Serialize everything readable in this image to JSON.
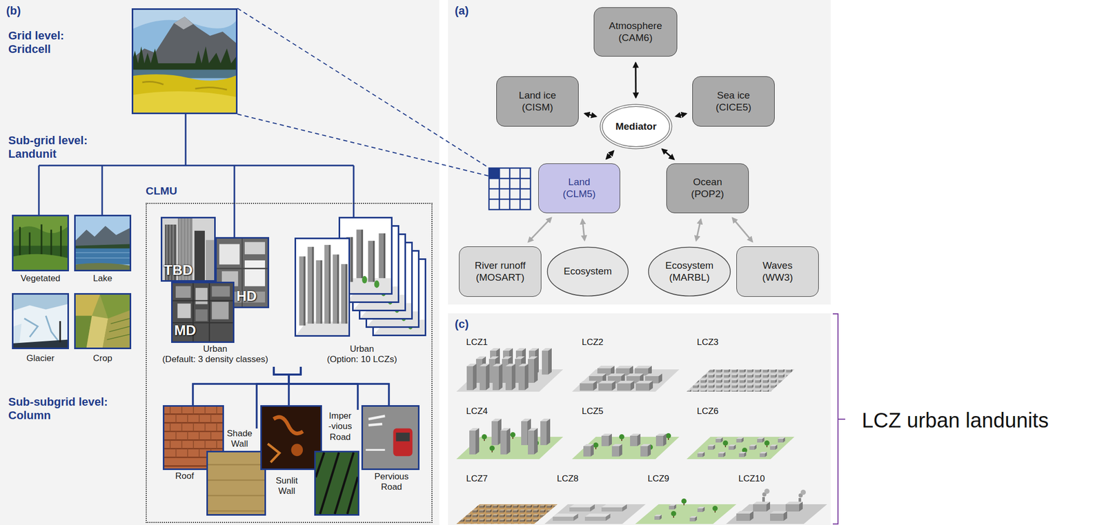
{
  "diagram": {
    "nodes": [
      {
        "text": [
          "Vegetated"
        ]
      },
      {
        "text": [
          "Lake"
        ]
      },
      {
        "text": [
          "Glacier"
        ]
      },
      {
        "text": [
          "Crop"
        ]
      },
      {
        "text": [
          "CLMU"
        ]
      },
      {
        "text": [
          "TBD",
          "HD",
          "MD",
          "Urban (Default: 3 density classes)"
        ],
        "in": 4
      },
      {
        "text": [
          "Urban (Option: 10 LCZs)"
        ],
        "in": 4
      },
      {
        "text": [
          "Roof"
        ],
        "in": 4
      },
      {
        "text": [
          "Shade Wall"
        ],
        "in": 4
      },
      {
        "text": [
          "Sunlit Wall"
        ],
        "in": 4
      },
      {
        "text": [
          "Imper -vious Road"
        ],
        "in": 4
      },
      {
        "text": [
          "Pervious Road"
        ],
        "in": 4
      },
      {
        "text": [
          "Atmosphere (CAM6)"
        ]
      },
      {
        "text": [
          "Land ice (CISM)"
        ]
      },
      {
        "text": [
          "Mediator"
        ]
      },
      {
        "text": [
          "Sea ice (CICE5)"
        ]
      },
      {
        "text": [
          "Land (CLM5)"
        ]
      },
      {
        "text": [
          "Ocean (POP2)"
        ]
      },
      {
        "text": [
          "River runoff (MOSART)"
        ]
      },
      {
        "text": [
          "Ecosystem"
        ]
      },
      {
        "text": [
          "Ecosystem (MARBL)"
        ]
      },
      {
        "text": [
          "Waves (WW3)"
        ]
      }
    ],
    "edges": [
      {
        "from": 12,
        "to": 14,
        "arrow": "both"
      },
      {
        "from": 13,
        "to": 14,
        "arrow": "both"
      },
      {
        "from": 15,
        "to": 14,
        "arrow": "both"
      },
      {
        "from": 16,
        "to": 14,
        "arrow": "both"
      },
      {
        "from": 17,
        "to": 14,
        "arrow": "both"
      },
      {
        "from": 18,
        "to": 16,
        "arrow": "both"
      },
      {
        "from": 19,
        "to": 16,
        "arrow": "both"
      },
      {
        "from": 20,
        "to": 17,
        "arrow": "both"
      },
      {
        "from": 21,
        "to": 17,
        "arrow": "both"
      },
      {
        "from": 5,
        "to": 7,
        "arrow": "none"
      },
      {
        "from": 5,
        "to": 8,
        "arrow": "none"
      },
      {
        "from": 5,
        "to": 9,
        "arrow": "none"
      },
      {
        "from": 5,
        "to": 10,
        "arrow": "none"
      },
      {
        "from": 5,
        "to": 11,
        "arrow": "none"
      },
      {
        "from": 6,
        "to": 7,
        "arrow": "none"
      },
      {
        "from": 6,
        "to": 8,
        "arrow": "none"
      },
      {
        "from": 6,
        "to": 9,
        "arrow": "none"
      },
      {
        "from": 6,
        "to": 10,
        "arrow": "none"
      },
      {
        "from": 6,
        "to": 11,
        "arrow": "none"
      }
    ],
    "labels": [
      "(b)",
      "Grid level: Gridcell",
      "Sub-grid level: Landunit",
      "Sub-subgrid level: Column",
      "(a)",
      "(c)",
      "LCZ1",
      "LCZ2",
      "LCZ3",
      "LCZ4",
      "LCZ5",
      "LCZ6",
      "LCZ7",
      "LCZ8",
      "LCZ9",
      "LCZ10",
      "LCZ urban landunits"
    ]
  }
}
